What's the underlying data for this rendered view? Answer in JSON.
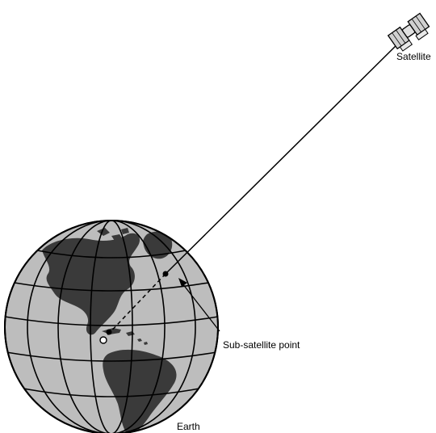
{
  "labels": {
    "satellite": "Satellite",
    "sub_satellite_point": "Sub-satellite point",
    "earth": "Earth"
  },
  "colors": {
    "ocean": "#bdbdbd",
    "land": "#3a3a3a",
    "line": "#000000",
    "background": "#ffffff"
  },
  "icons": {
    "satellite": "satellite-icon",
    "globe": "globe-icon"
  }
}
